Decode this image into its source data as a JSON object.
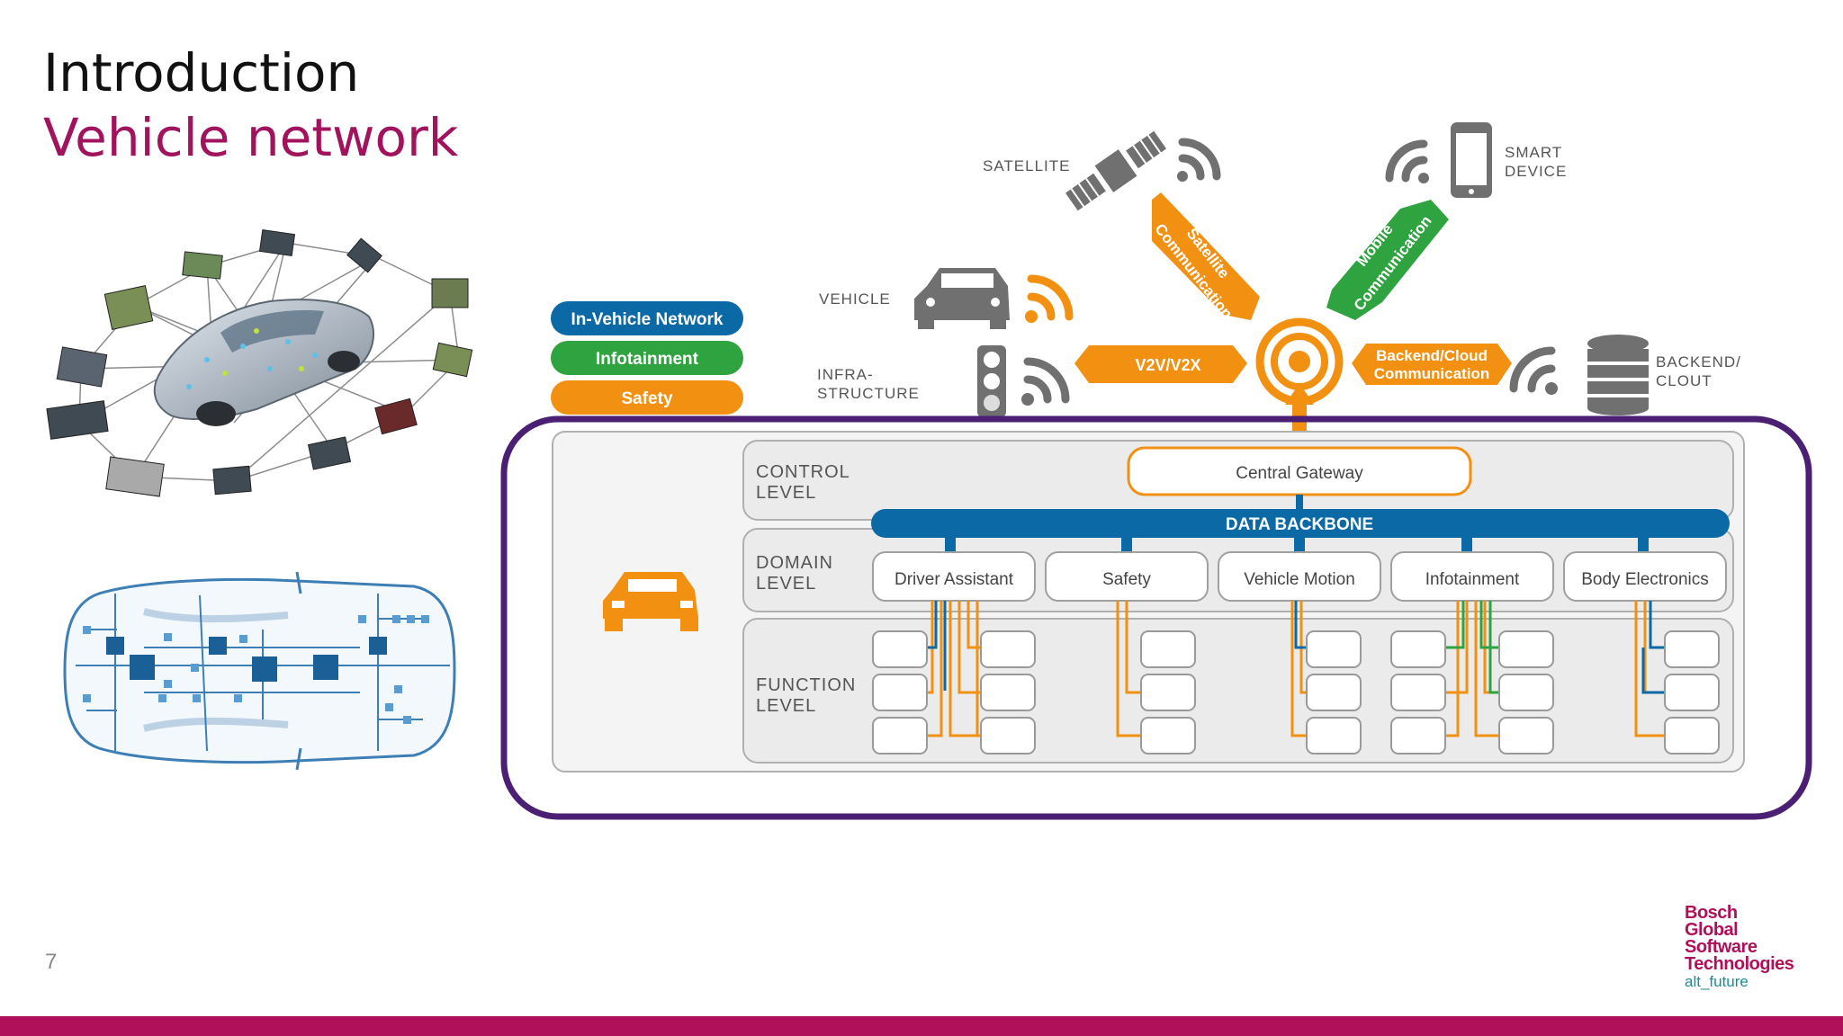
{
  "slide": {
    "title": "Introduction",
    "subtitle": "Vehicle network",
    "page_number": "7",
    "logo": {
      "line1": "Bosch",
      "line2": "Global",
      "line3": "Software",
      "line4": "Technologies",
      "tagline": "alt_future"
    }
  },
  "colors": {
    "title_accent": "#a2135e",
    "footer": "#b0105a",
    "blue": "#0b6aa6",
    "green": "#2fa33f",
    "orange": "#f29111",
    "purple": "#4b1f73",
    "grey_icon": "#707070"
  },
  "legend": {
    "in_vehicle": "In-Vehicle Network",
    "infotainment": "Infotainment",
    "safety": "Safety"
  },
  "external": {
    "satellite": "SATELLITE",
    "smart_device_1": "SMART",
    "smart_device_2": "DEVICE",
    "vehicle": "VEHICLE",
    "infra_1": "INFRA-",
    "infra_2": "STRUCTURE",
    "backend_1": "BACKEND/",
    "backend_2": "CLOUT",
    "satellite_comm_1": "Satellite",
    "satellite_comm_2": "Communication",
    "mobile_comm_1": "Mobile",
    "mobile_comm_2": "Communication",
    "v2v": "V2V/V2X",
    "backend_comm_1": "Backend/Cloud",
    "backend_comm_2": "Communication"
  },
  "levels": {
    "control_1": "CONTROL",
    "control_2": "LEVEL",
    "domain_1": "DOMAIN",
    "domain_2": "LEVEL",
    "function_1": "FUNCTION",
    "function_2": "LEVEL"
  },
  "gateway": "Central Gateway",
  "backbone": "DATA BACKBONE",
  "domains": [
    "Driver Assistant",
    "Safety",
    "Vehicle Motion",
    "Infotainment",
    "Body Electronics"
  ],
  "icons": [
    "satellite-icon",
    "wifi-icon",
    "smartphone-icon",
    "car-icon",
    "traffic-light-icon",
    "database-icon",
    "antenna-icon",
    "ecu-car-photo",
    "car-topview-diagram"
  ]
}
